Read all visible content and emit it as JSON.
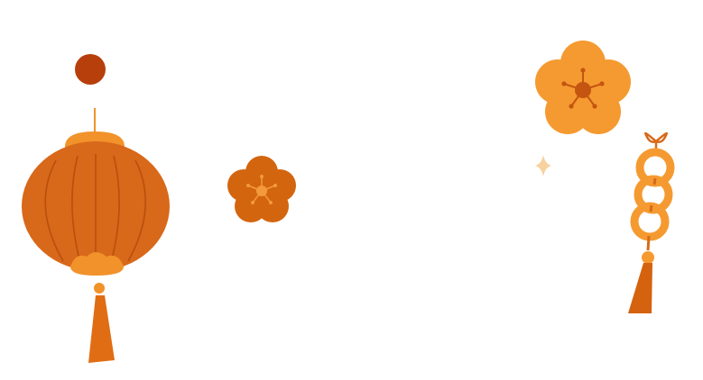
{
  "illustration": {
    "elements": [
      {
        "name": "moon-dot",
        "icon": "circle-icon"
      },
      {
        "name": "red-lantern",
        "icon": "lantern-icon"
      },
      {
        "name": "plum-blossom-small",
        "icon": "flower-icon"
      },
      {
        "name": "plum-blossom-large",
        "icon": "flower-icon"
      },
      {
        "name": "sparkle",
        "icon": "sparkle-icon"
      },
      {
        "name": "coin-knot-charm",
        "icon": "knot-charm-icon"
      }
    ],
    "colors": {
      "background": "#ffffff",
      "moon": "#b73f0c",
      "lantern_body": "#d8681a",
      "lantern_rib": "#b84f0c",
      "lantern_cap": "#f1922a",
      "tassel": "#e06d14",
      "blossom_dark": "#d3650f",
      "blossom_dark_center": "#f39a3c",
      "blossom_light": "#f59a30",
      "blossom_light_center": "#c45510",
      "sparkle": "#f7d2a0",
      "charm": "#f59a30",
      "charm_line": "#d66a1a",
      "charm_tassel": "#d4620f"
    }
  }
}
